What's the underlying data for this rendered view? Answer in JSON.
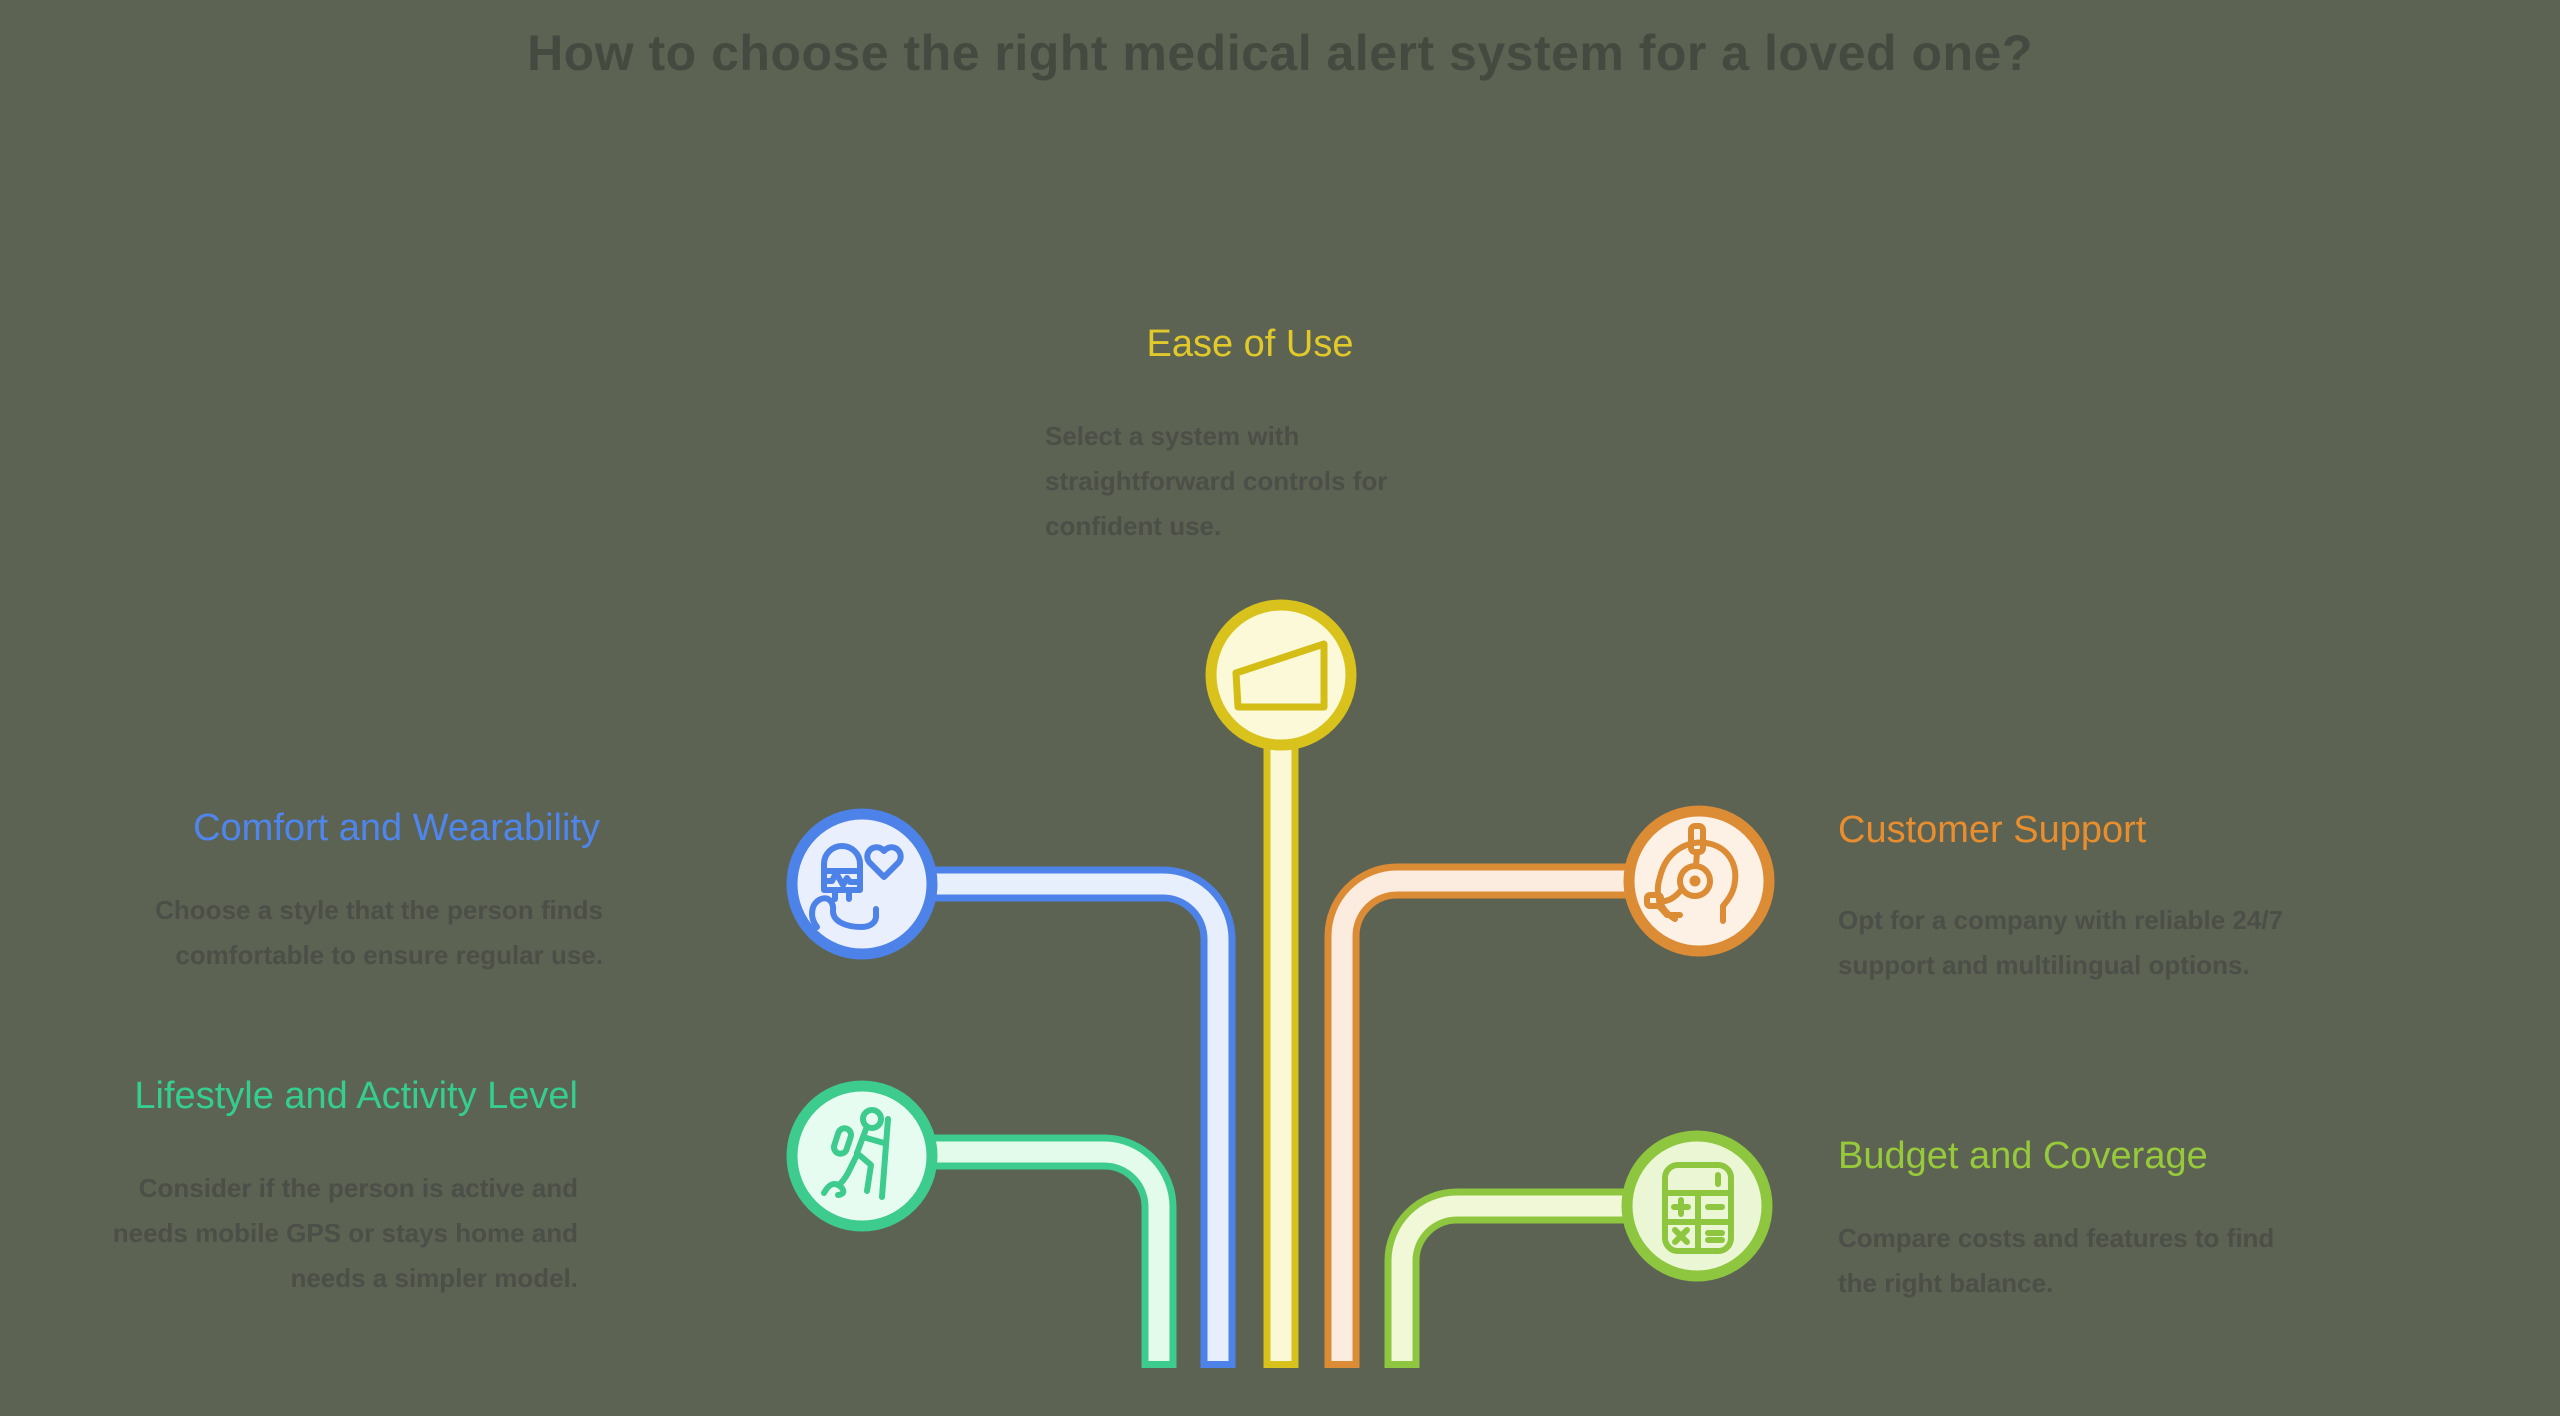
{
  "title": "How to choose the right medical alert system for a loved one?",
  "sections": [
    {
      "id": "ease-of-use",
      "title": "Ease of Use",
      "description": "Select a system with straightforward controls for confident use.",
      "color": "#e2c92a",
      "icon": "volume-wedge-icon"
    },
    {
      "id": "comfort-and-wearability",
      "title": "Comfort and Wearability",
      "description": "Choose a style that the person finds comfortable to ensure regular use.",
      "color": "#4f86ee",
      "icon": "hand-holding-wearable-icon"
    },
    {
      "id": "lifestyle-and-activity-level",
      "title": "Lifestyle and Activity Level",
      "description": "Consider if the person is active and needs mobile GPS or stays home and needs a simpler model.",
      "color": "#35cd90",
      "icon": "hiker-icon"
    },
    {
      "id": "customer-support",
      "title": "Customer Support",
      "description": "Opt for a company with reliable 24/7 support and multilingual options.",
      "color": "#e88e2e",
      "icon": "headset-agent-icon"
    },
    {
      "id": "budget-and-coverage",
      "title": "Budget and Coverage",
      "description": "Compare costs and features to find the right balance.",
      "color": "#97ca3b",
      "icon": "calculator-icon"
    }
  ],
  "colors": {
    "background": "#5c6353",
    "title_text": "#454a40",
    "body_text": "#4b4f48"
  }
}
